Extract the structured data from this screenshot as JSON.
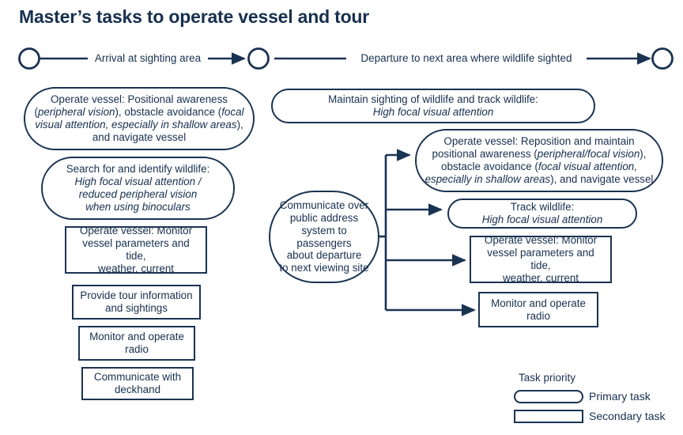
{
  "title": "Master’s tasks to operate vessel and tour",
  "colors": {
    "ink": "#17304f",
    "stroke": "#1b3352",
    "background": "#ffffff"
  },
  "timeline": {
    "segments": [
      {
        "label": "Arrival at sighting area"
      },
      {
        "label": "Departure to next area where wildlife sighted"
      }
    ],
    "milestones": 3
  },
  "left_column": {
    "nodes": [
      {
        "id": "left-operate-vessel-positional",
        "priority": "Primary task",
        "lines": [
          [
            {
              "t": "Operate vessel: Positional awareness",
              "i": false
            }
          ],
          [
            {
              "t": "(",
              "i": false
            },
            {
              "t": "peripheral vision",
              "i": true
            },
            {
              "t": "), obstacle avoidance (",
              "i": false
            },
            {
              "t": "focal",
              "i": true
            }
          ],
          [
            {
              "t": "visual attention, especially in shallow areas",
              "i": true
            },
            {
              "t": "),",
              "i": false
            }
          ],
          [
            {
              "t": "and navigate vessel",
              "i": false
            }
          ]
        ]
      },
      {
        "id": "left-search-identify-wildlife",
        "priority": "Primary task",
        "lines": [
          [
            {
              "t": "Search for and identify wildlife:",
              "i": false
            }
          ],
          [
            {
              "t": "High focal visual attention /",
              "i": true
            }
          ],
          [
            {
              "t": "reduced peripheral vision",
              "i": true
            }
          ],
          [
            {
              "t": "when using binoculars",
              "i": true
            }
          ]
        ]
      },
      {
        "id": "left-monitor-vessel-parameters",
        "priority": "Secondary task",
        "lines": [
          [
            {
              "t": "Operate vessel: Monitor",
              "i": false
            }
          ],
          [
            {
              "t": "vessel parameters and tide,",
              "i": false
            }
          ],
          [
            {
              "t": "weather, current",
              "i": false
            }
          ]
        ]
      },
      {
        "id": "left-provide-tour-information",
        "priority": "Secondary task",
        "lines": [
          [
            {
              "t": "Provide tour information",
              "i": false
            }
          ],
          [
            {
              "t": "and sightings",
              "i": false
            }
          ]
        ]
      },
      {
        "id": "left-monitor-operate-radio",
        "priority": "Secondary task",
        "lines": [
          [
            {
              "t": "Monitor and operate",
              "i": false
            }
          ],
          [
            {
              "t": "radio",
              "i": false
            }
          ]
        ]
      },
      {
        "id": "left-communicate-deckhand",
        "priority": "Secondary task",
        "lines": [
          [
            {
              "t": "Communicate with",
              "i": false
            }
          ],
          [
            {
              "t": "deckhand",
              "i": false
            }
          ]
        ]
      }
    ]
  },
  "right_column": {
    "nodes": [
      {
        "id": "right-maintain-sighting",
        "priority": "Primary task",
        "lines": [
          [
            {
              "t": "Maintain sighting of wildlife and track wildlife:",
              "i": false
            }
          ],
          [
            {
              "t": "High focal visual attention",
              "i": true
            }
          ]
        ]
      },
      {
        "id": "right-operate-vessel-reposition",
        "priority": "Primary task",
        "lines": [
          [
            {
              "t": "Operate vessel: Reposition and maintain",
              "i": false
            }
          ],
          [
            {
              "t": "positional awareness (",
              "i": false
            },
            {
              "t": "peripheral/focal vision",
              "i": true
            },
            {
              "t": "),",
              "i": false
            }
          ],
          [
            {
              "t": "obstacle avoidance (",
              "i": false
            },
            {
              "t": "focal visual attention,",
              "i": true
            }
          ],
          [
            {
              "t": "especially in shallow areas",
              "i": true
            },
            {
              "t": "), and navigate vessel",
              "i": false
            }
          ]
        ]
      },
      {
        "id": "right-track-wildlife",
        "priority": "Primary task",
        "lines": [
          [
            {
              "t": "Track wildlife:",
              "i": false
            }
          ],
          [
            {
              "t": "High focal visual attention",
              "i": true
            }
          ]
        ]
      },
      {
        "id": "right-monitor-vessel-parameters",
        "priority": "Secondary task",
        "lines": [
          [
            {
              "t": "Operate vessel: Monitor",
              "i": false
            }
          ],
          [
            {
              "t": "vessel parameters and tide,",
              "i": false
            }
          ],
          [
            {
              "t": "weather, current",
              "i": false
            }
          ]
        ]
      },
      {
        "id": "right-monitor-operate-radio",
        "priority": "Secondary task",
        "lines": [
          [
            {
              "t": "Monitor and operate",
              "i": false
            }
          ],
          [
            {
              "t": "radio",
              "i": false
            }
          ]
        ]
      }
    ],
    "source": {
      "id": "communicate-public-address",
      "priority": "Primary task",
      "lines": [
        [
          {
            "t": "Communicate over",
            "i": false
          }
        ],
        [
          {
            "t": "public address",
            "i": false
          }
        ],
        [
          {
            "t": "system to passengers",
            "i": false
          }
        ],
        [
          {
            "t": "about departure",
            "i": false
          }
        ],
        [
          {
            "t": "to next viewing site",
            "i": false
          }
        ]
      ]
    }
  },
  "legend": {
    "title": "Task priority",
    "items": [
      {
        "shape": "primary",
        "label": "Primary task"
      },
      {
        "shape": "secondary",
        "label": "Secondary task"
      }
    ]
  }
}
